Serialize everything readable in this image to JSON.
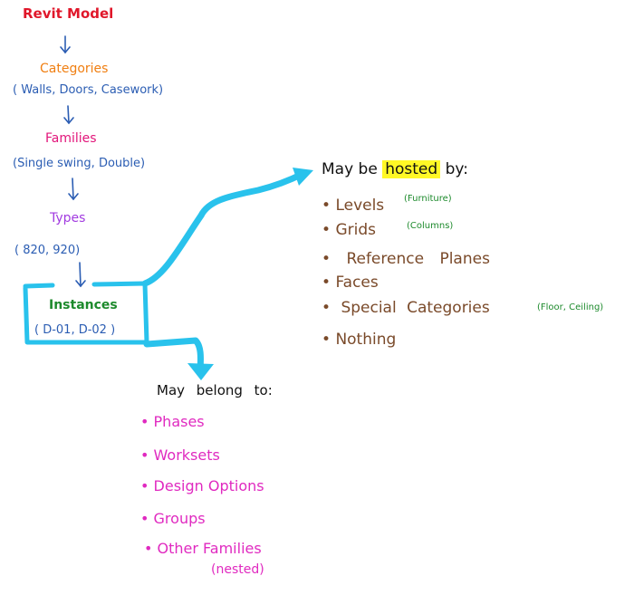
{
  "hierarchy": {
    "revit_model": "Revit Model",
    "categories": "Categories",
    "categories_examples": "( Walls, Doors, Casework)",
    "families": "Families",
    "families_examples": "(Single swing, Double)",
    "types": "Types",
    "types_examples": "( 820, 920)",
    "instances": "Instances",
    "instances_examples": "( D-01, D-02 )"
  },
  "hosted": {
    "heading_prefix": "May be",
    "heading_highlight": "hosted",
    "heading_suffix": "by:",
    "items": [
      {
        "label": "Levels",
        "note": "(Furniture)"
      },
      {
        "label": "Grids",
        "note": "(Columns)"
      },
      {
        "label": "Reference Planes",
        "note": ""
      },
      {
        "label": "Faces",
        "note": ""
      },
      {
        "label": "Special Categories",
        "note": "(Floor, Ceiling)"
      },
      {
        "label": "Nothing",
        "note": ""
      }
    ]
  },
  "belongs": {
    "heading": "May belong to:",
    "items": [
      {
        "label": "Phases"
      },
      {
        "label": "Worksets"
      },
      {
        "label": "Design Options"
      },
      {
        "label": "Groups"
      },
      {
        "label": "Other Families"
      }
    ],
    "last_item_note": "(nested)"
  },
  "colors": {
    "revit_model": "#e0172a",
    "categories": "#f07f12",
    "families": "#e2157a",
    "types": "#a23be0",
    "instances": "#1d8a2c",
    "examples": "#2b5db3",
    "arrows": "#2b5db3",
    "highlight_box": "#29c2ec",
    "hosted_items": "#7a4a2a",
    "hosted_notes": "#1d8a2c",
    "belongs_items": "#e02ac0",
    "heading": "#111111",
    "highlight": "#fff826"
  }
}
